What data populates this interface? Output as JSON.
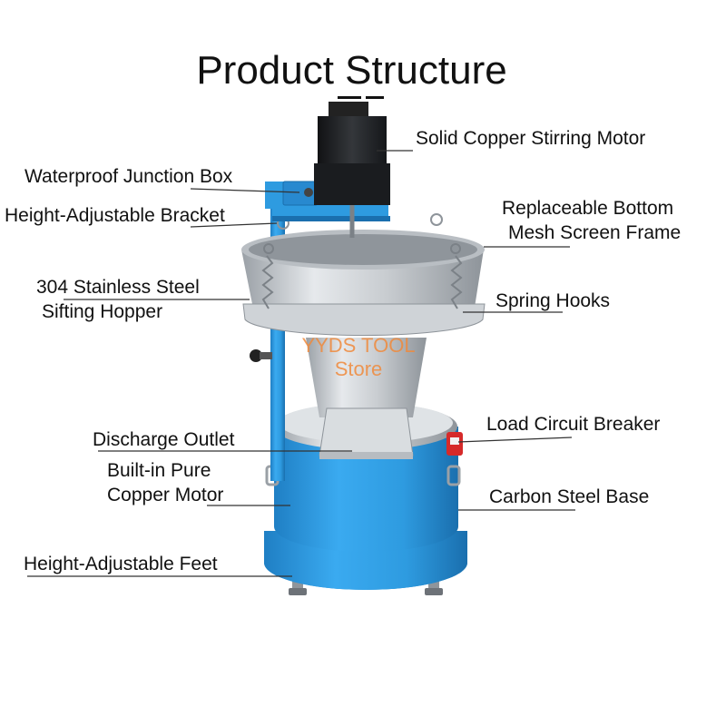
{
  "title": "Product Structure",
  "watermark": {
    "line1": "YYDS TOOL",
    "line2": "Store"
  },
  "labels": {
    "motor": "Solid Copper Stirring Motor",
    "junction_box": "Waterproof Junction Box",
    "bracket": "Height-Adjustable Bracket",
    "mesh_frame_line1": "Replaceable Bottom",
    "mesh_frame_line2": "Mesh Screen Frame",
    "hopper_line1": "304 Stainless Steel",
    "hopper_line2": "Sifting Hopper",
    "spring_hooks": "Spring Hooks",
    "breaker": "Load Circuit Breaker",
    "outlet": "Discharge Outlet",
    "base_motor_line1": "Built-in Pure",
    "base_motor_line2": "Copper Motor",
    "base": "Carbon Steel Base",
    "feet": "Height-Adjustable Feet"
  },
  "colors": {
    "base_blue": "#2e9be0",
    "steel": "#c8ccd0",
    "motor_black": "#1d1f22",
    "breaker_red": "#d62a2a",
    "watermark": "#f08a3c",
    "leader_line": "#333333"
  }
}
